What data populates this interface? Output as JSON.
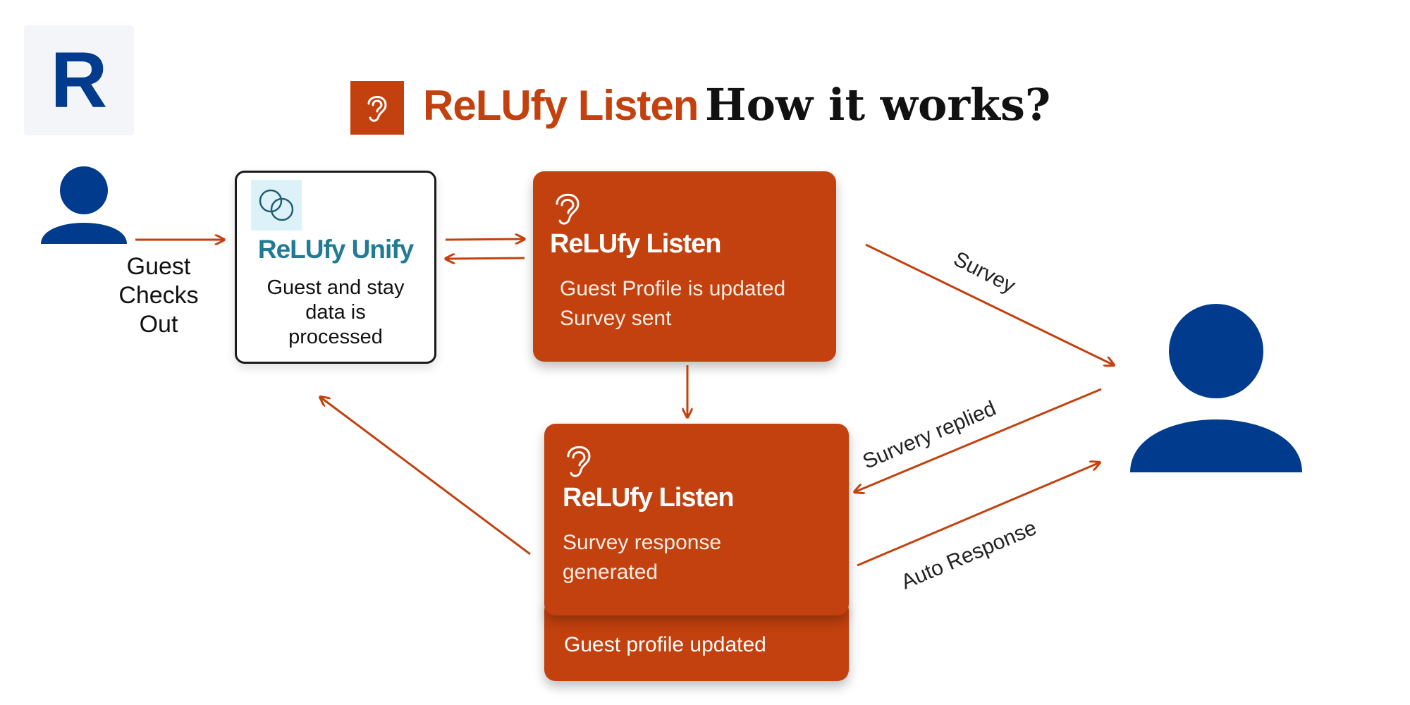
{
  "logo": {
    "letter": "R"
  },
  "header": {
    "icon": "ear-icon",
    "brand": "ReLUfy Listen",
    "title": "How it works?"
  },
  "colors": {
    "accent": "#c2410e",
    "person": "#003b8e",
    "unify": "#227a93",
    "unify_icon_bg": "#ddf2f8"
  },
  "guest": {
    "icon": "person-icon",
    "label_line1": "Guest",
    "label_line2": "Checks",
    "label_line3": "Out"
  },
  "unify_box": {
    "icon": "overlapping-circles-icon",
    "title": "ReLUfy Unify",
    "desc_line1": "Guest and stay",
    "desc_line2": "data is",
    "desc_line3": "processed"
  },
  "listen_top": {
    "icon": "ear-icon",
    "title": "ReLUfy Listen",
    "desc_line1": "Guest Profile is updated",
    "desc_line2": "Survey sent"
  },
  "listen_bottom": {
    "icon": "ear-icon",
    "title": "ReLUfy Listen",
    "desc_line1": "Survey response",
    "desc_line2": "generated"
  },
  "profile_card": {
    "text": "Guest profile updated"
  },
  "customer": {
    "icon": "person-icon"
  },
  "edges": {
    "survey": "Survey",
    "survey_replied": "Survery replied",
    "auto_response": "Auto Response"
  }
}
